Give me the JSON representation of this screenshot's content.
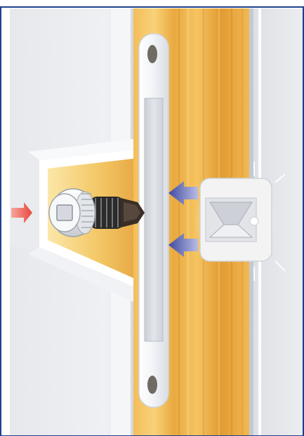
{
  "illustration": {
    "subject": "door-strike-plate-illustration",
    "colors": {
      "frame_border": "#1f3f8e",
      "wall_light": "#eceef2",
      "wall_mid": "#dadde3",
      "wall_shadow": "#c4c8d0",
      "wood_light": "#f7c768",
      "wood_mid": "#e9a93f",
      "wood_dark": "#cf8a26",
      "plate_white": "#f4f5f7",
      "plate_slot": "#d8dce2",
      "cavity_white": "#fafafa",
      "push_arrow": "#e8473f",
      "catch_arrow": "#4b56a8",
      "spring_dark": "#2a2a2a",
      "magnet_box": "#eeeeee"
    },
    "arrows": [
      {
        "name": "push-arrow",
        "color": "#e8473f"
      },
      {
        "name": "catch-arrow-upper",
        "color": "#4b56a8"
      },
      {
        "name": "catch-arrow-lower",
        "color": "#4b56a8"
      }
    ]
  }
}
